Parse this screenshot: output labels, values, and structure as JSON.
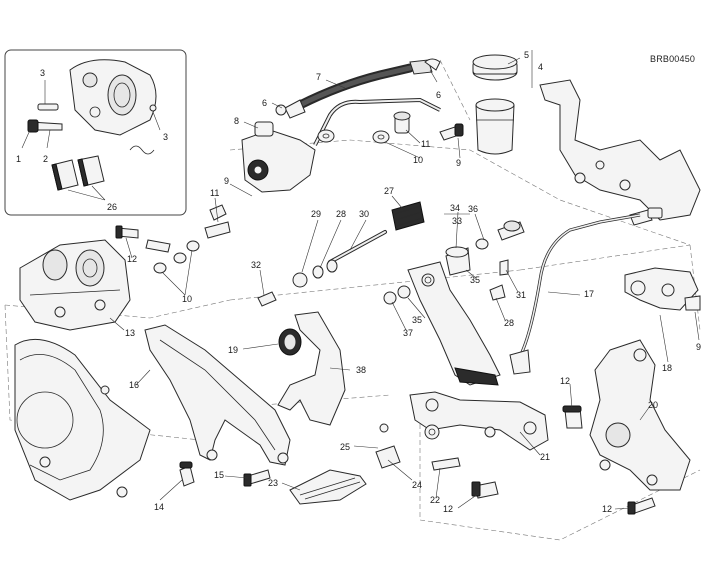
{
  "diagram_code": "BRB00450",
  "callouts": {
    "c1": "1",
    "c2": "2",
    "c3a": "3",
    "c3b": "3",
    "c26": "26",
    "c4": "4",
    "c5": "5",
    "c6a": "6",
    "c6b": "6",
    "c7": "7",
    "c8": "8",
    "c9a": "9",
    "c9b": "9",
    "c9c": "9",
    "c10a": "10",
    "c10b": "10",
    "c11a": "11",
    "c11b": "11",
    "c12a": "12",
    "c12b": "12",
    "c12c": "12",
    "c12d": "12",
    "c13": "13",
    "c14": "14",
    "c15": "15",
    "c16": "16",
    "c17": "17",
    "c18": "18",
    "c19": "19",
    "c20": "20",
    "c21": "21",
    "c22": "22",
    "c23": "23",
    "c24": "24",
    "c25": "25",
    "c27": "27",
    "c28a": "28",
    "c28b": "28",
    "c29": "29",
    "c30": "30",
    "c31": "31",
    "c32": "32",
    "c33": "33",
    "c34": "34",
    "c35a": "35",
    "c35b": "35",
    "c36": "36",
    "c37": "37",
    "c38": "38"
  }
}
